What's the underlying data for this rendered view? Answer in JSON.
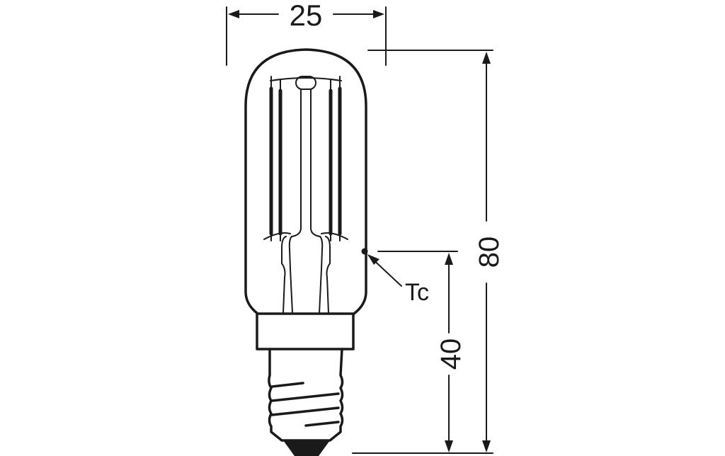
{
  "diagram": {
    "subject": "Tubular LED filament lamp, E14 base",
    "colors": {
      "line": "#1a1a1a",
      "background": "#ffffff"
    },
    "dimensions": {
      "diameter": {
        "value": "25",
        "orientation": "horizontal"
      },
      "overall_length": {
        "value": "80",
        "orientation": "vertical"
      },
      "tc_height": {
        "value": "40",
        "orientation": "vertical"
      }
    },
    "annotations": {
      "tc_point": {
        "label": "Tc"
      }
    }
  }
}
